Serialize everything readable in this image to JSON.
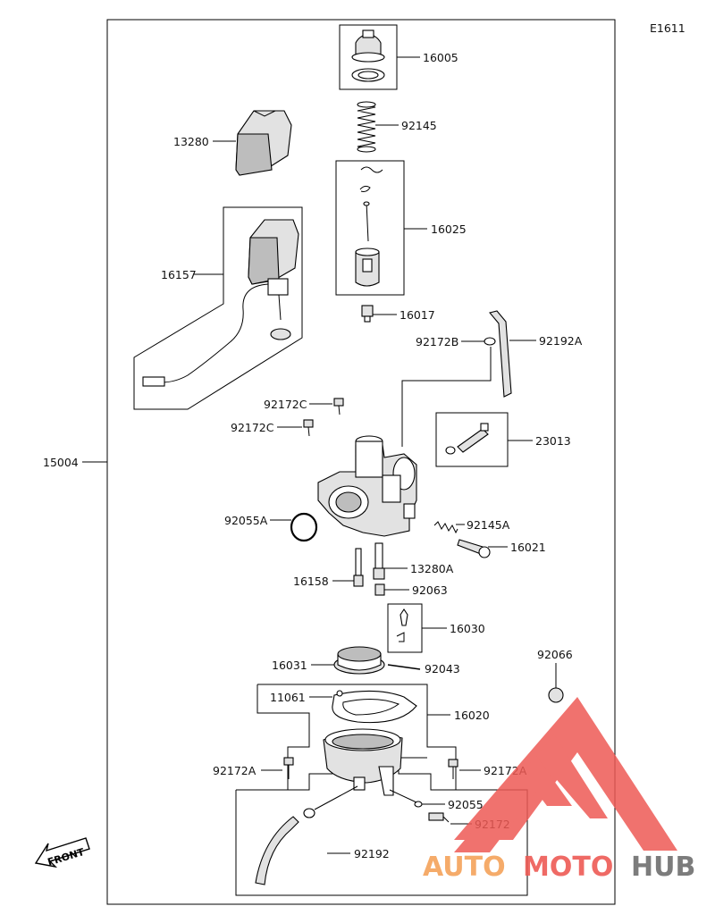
{
  "diagram": {
    "drawing_code": "E1611",
    "front_label": "FRONT",
    "parts": [
      {
        "key": "p16005",
        "number": "16005"
      },
      {
        "key": "p92145",
        "number": "92145"
      },
      {
        "key": "p13280",
        "number": "13280"
      },
      {
        "key": "p16025",
        "number": "16025"
      },
      {
        "key": "p16157",
        "number": "16157"
      },
      {
        "key": "p16017",
        "number": "16017"
      },
      {
        "key": "p92172B",
        "number": "92172B"
      },
      {
        "key": "p92192A",
        "number": "92192A"
      },
      {
        "key": "p92172C_1",
        "number": "92172C"
      },
      {
        "key": "p92172C_2",
        "number": "92172C"
      },
      {
        "key": "p23013",
        "number": "23013"
      },
      {
        "key": "p15004",
        "number": "15004"
      },
      {
        "key": "p92055A",
        "number": "92055A"
      },
      {
        "key": "p92145A",
        "number": "92145A"
      },
      {
        "key": "p16021",
        "number": "16021"
      },
      {
        "key": "p13280A",
        "number": "13280A"
      },
      {
        "key": "p16158",
        "number": "16158"
      },
      {
        "key": "p92063",
        "number": "92063"
      },
      {
        "key": "p16030",
        "number": "16030"
      },
      {
        "key": "p16031",
        "number": "16031"
      },
      {
        "key": "p92043",
        "number": "92043"
      },
      {
        "key": "p92066",
        "number": "92066"
      },
      {
        "key": "p11061",
        "number": "11061"
      },
      {
        "key": "p16020",
        "number": "16020"
      },
      {
        "key": "p92172A_L",
        "number": "92172A"
      },
      {
        "key": "p92172A_R",
        "number": "92172A"
      },
      {
        "key": "p92055",
        "number": "92055"
      },
      {
        "key": "p92172",
        "number": "92172"
      },
      {
        "key": "p92192",
        "number": "92192"
      }
    ]
  },
  "watermark": {
    "text_auto": "AUTO",
    "text_moto": "MOTO",
    "text_hub": "HUB",
    "colors": {
      "red": "#ee5a55",
      "orange": "#f5a25a",
      "gray": "#6e6e6e"
    }
  }
}
